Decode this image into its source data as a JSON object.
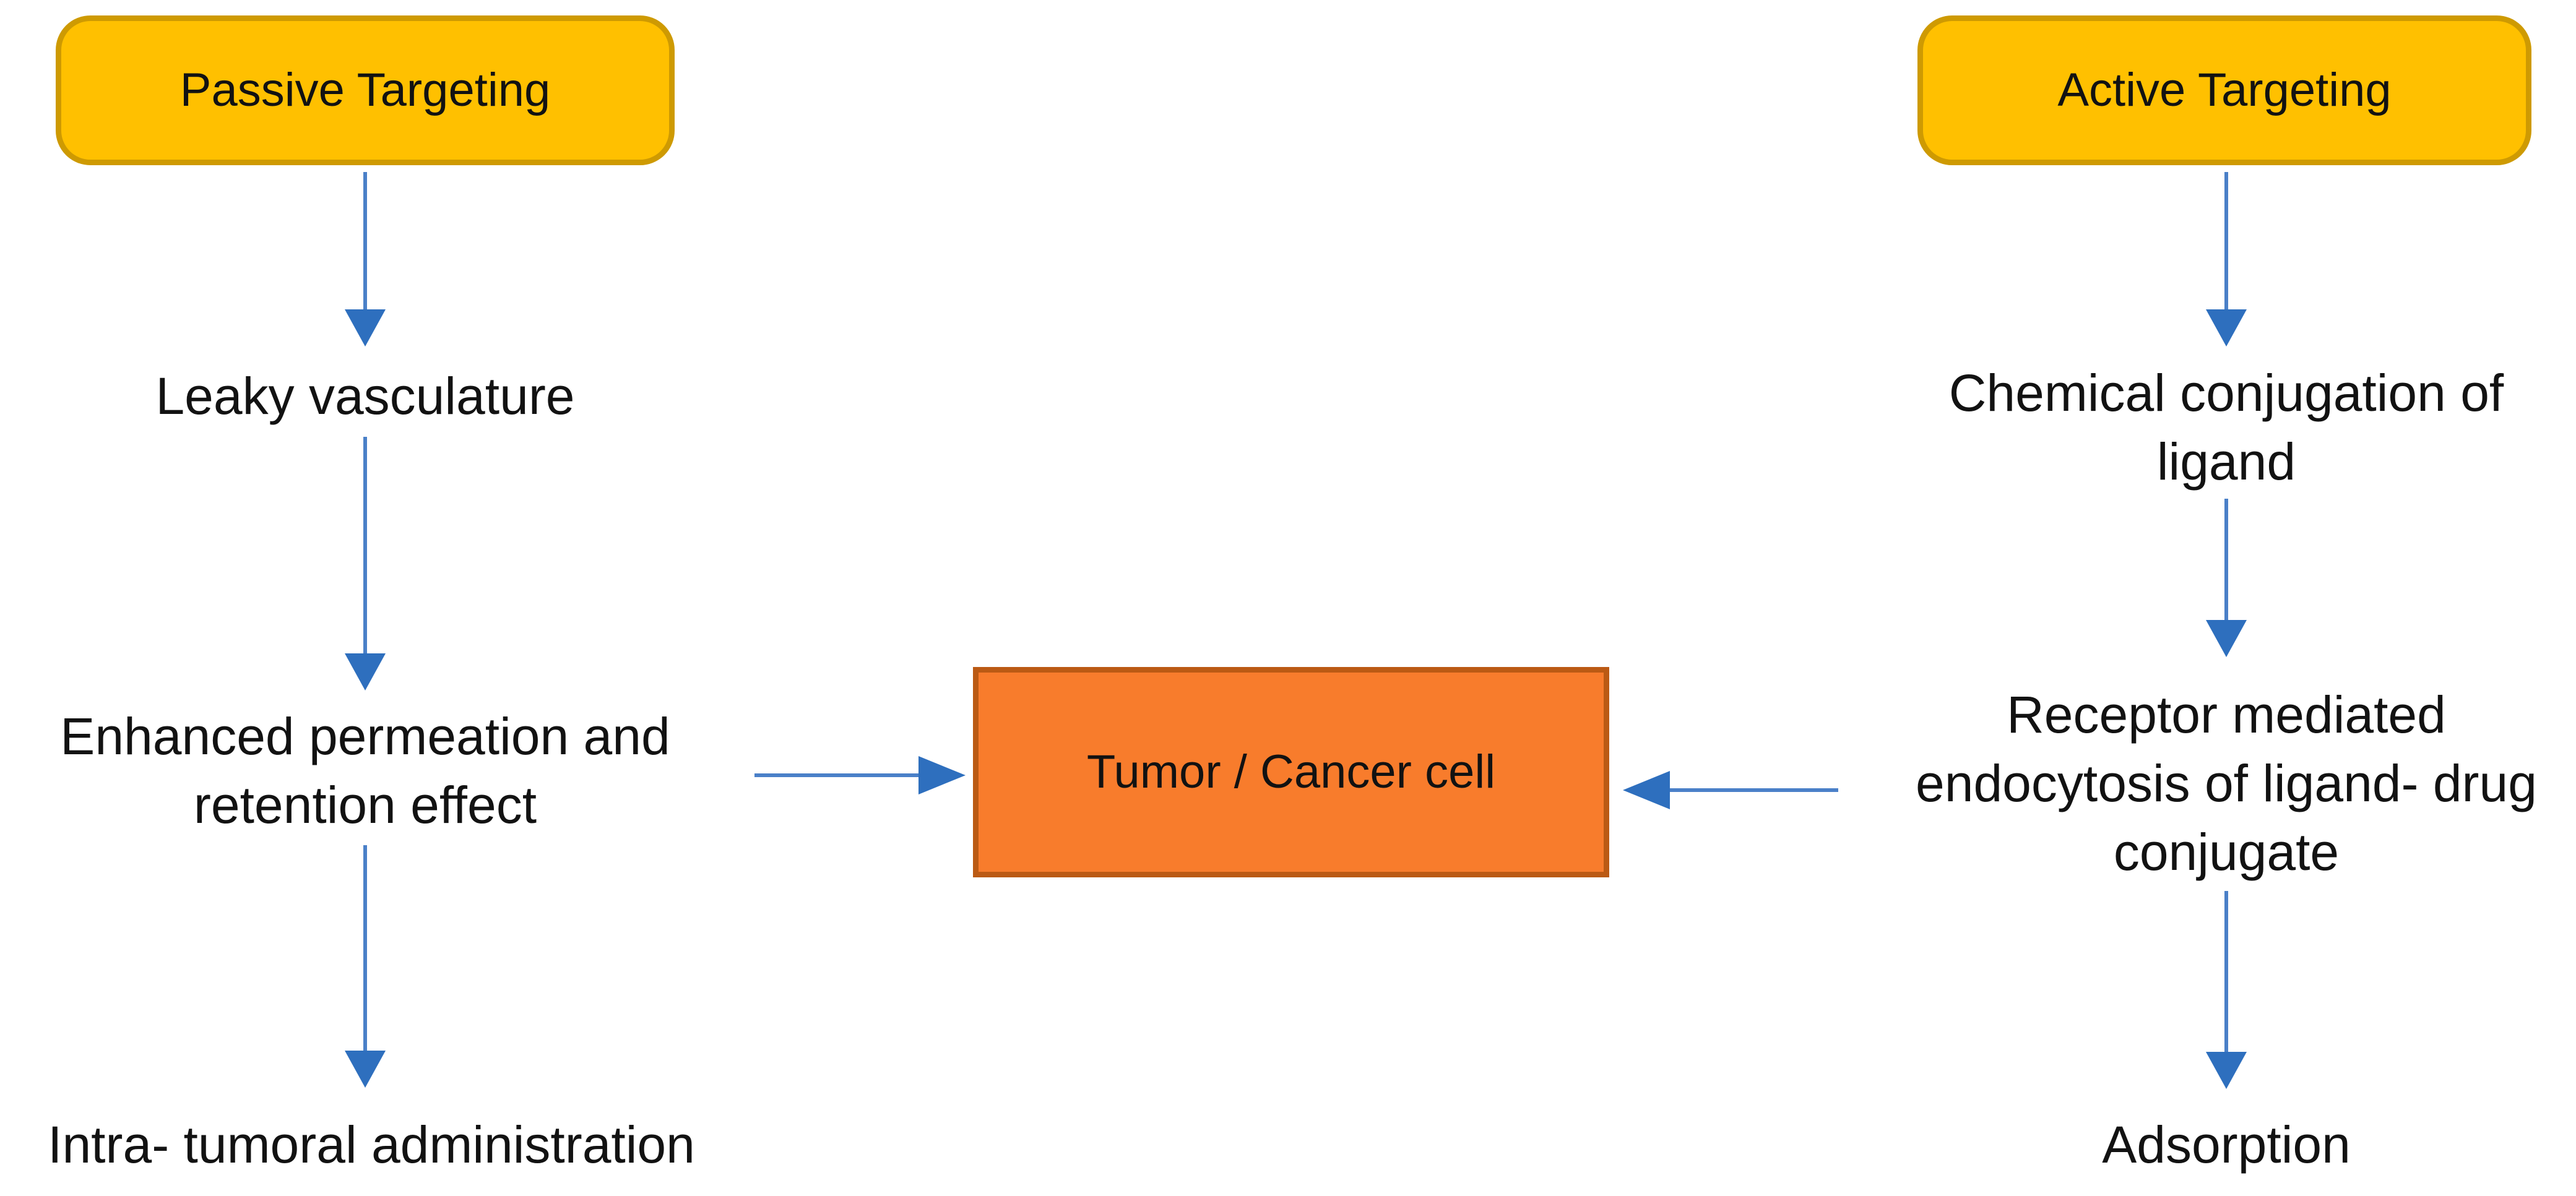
{
  "colors": {
    "boxFill": "#FFC000",
    "boxBorder": "#CE9A02",
    "centerFill": "#F87C2C",
    "centerBorder": "#BB5A14",
    "arrowLine": "#4A80C8",
    "arrowHead": "#2E6FBE",
    "text": "#121212",
    "background": "#FFFFFF"
  },
  "diagram": {
    "center_node": {
      "label": "Tumor / Cancer cell"
    },
    "flows": {
      "left": {
        "header": "Passive Targeting",
        "steps": [
          "Leaky vasculature",
          "Enhanced permeation and\nretention effect",
          "Intra- tumoral administration"
        ]
      },
      "right": {
        "header": "Active Targeting",
        "steps": [
          "Chemical conjugation of\nligand",
          "Receptor mediated\nendocytosis of ligand- drug\nconjugate",
          "Adsorption"
        ]
      }
    }
  }
}
